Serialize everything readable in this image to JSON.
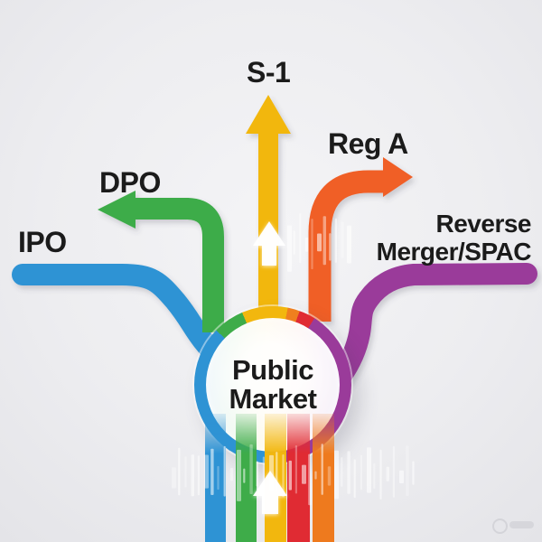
{
  "diagram": {
    "background_color": "#ededf0",
    "text_color": "#1b1b1b",
    "center": {
      "label_line1": "Public",
      "label_line2": "Market"
    },
    "branches": [
      {
        "id": "ipo",
        "label": "IPO",
        "color": "#2e93d4",
        "direction": "left",
        "arrowhead": false
      },
      {
        "id": "dpo",
        "label": "DPO",
        "color": "#3eac49",
        "direction": "up-left",
        "arrowhead": true
      },
      {
        "id": "s1",
        "label": "S-1",
        "color": "#f2b70e",
        "direction": "up",
        "arrowhead": true
      },
      {
        "id": "reg-a",
        "label": "Reg A",
        "color": "#f05f26",
        "direction": "up-right",
        "arrowhead": true
      },
      {
        "id": "reverse-merger-spac",
        "label_line1": "Reverse",
        "label_line2": "Merger/SPAC",
        "color": "#9a3b9a",
        "direction": "right",
        "arrowhead": false
      }
    ],
    "bottom_stripes": [
      {
        "color": "#2e93d4"
      },
      {
        "color": "#3eac49"
      },
      {
        "color": "#f2b70e"
      },
      {
        "color": "#e02b33"
      },
      {
        "color": "#ee7a1e"
      }
    ],
    "icons": [
      {
        "name": "up-arrow-icon",
        "color": "#ffffff"
      }
    ]
  }
}
